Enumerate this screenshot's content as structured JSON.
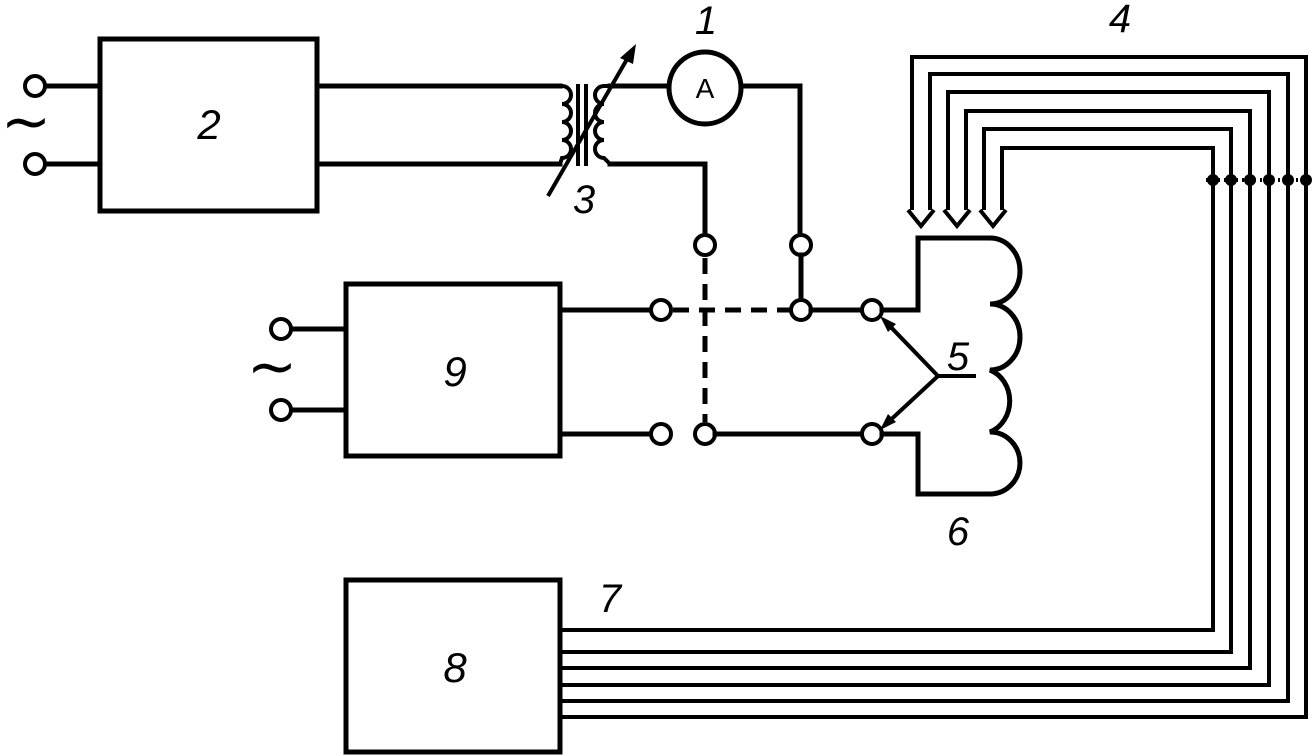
{
  "diagram": {
    "blocks": [
      {
        "id": "block-2",
        "label": "2"
      },
      {
        "id": "block-9",
        "label": "9"
      },
      {
        "id": "block-8",
        "label": "8"
      }
    ],
    "ammeter_symbol": "A",
    "ac_symbol": "~",
    "callouts": {
      "ammeter": "1",
      "transformer": "3",
      "electrode_bundle": "4",
      "terminals": "5",
      "coil": "6",
      "cable": "7"
    }
  }
}
